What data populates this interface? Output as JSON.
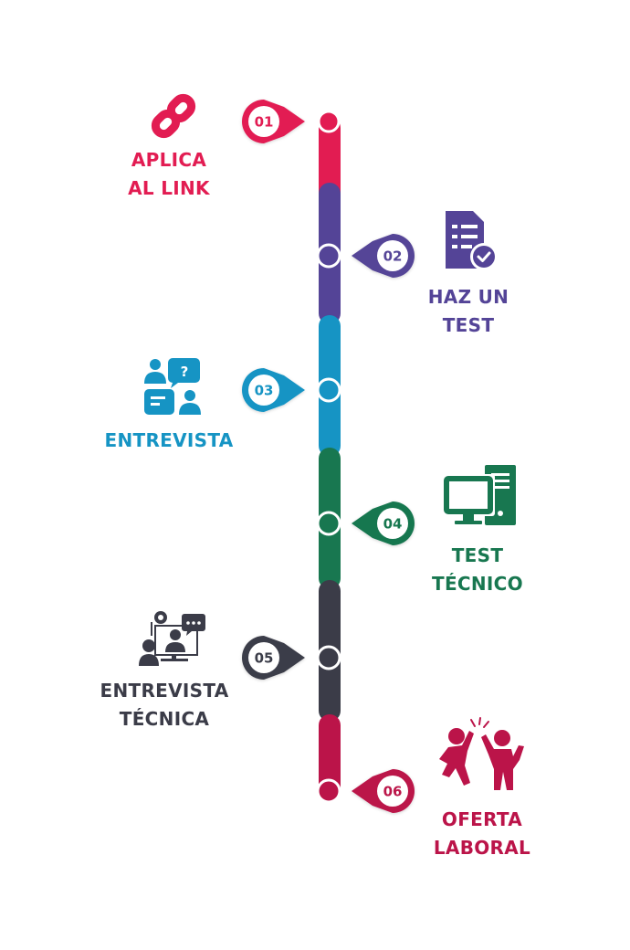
{
  "colors": {
    "step1": "#e21c52",
    "step2": "#544497",
    "step3": "#1694c4",
    "step4": "#187750",
    "step5": "#3b3c48",
    "step6": "#bb1449"
  },
  "steps": [
    {
      "number": "01",
      "line1": "APLICA",
      "line2": "AL LINK",
      "icon": "link-icon"
    },
    {
      "number": "02",
      "line1": "HAZ UN",
      "line2": "TEST",
      "icon": "checked-document-icon"
    },
    {
      "number": "03",
      "line1": "ENTREVISTA",
      "line2": "",
      "icon": "interview-chat-icon"
    },
    {
      "number": "04",
      "line1": "TEST",
      "line2": "TÉCNICO",
      "icon": "desktop-computer-icon"
    },
    {
      "number": "05",
      "line1": "ENTREVISTA",
      "line2": "TÉCNICA",
      "icon": "video-call-icon"
    },
    {
      "number": "06",
      "line1": "OFERTA",
      "line2": "LABORAL",
      "icon": "high-five-icon"
    }
  ]
}
